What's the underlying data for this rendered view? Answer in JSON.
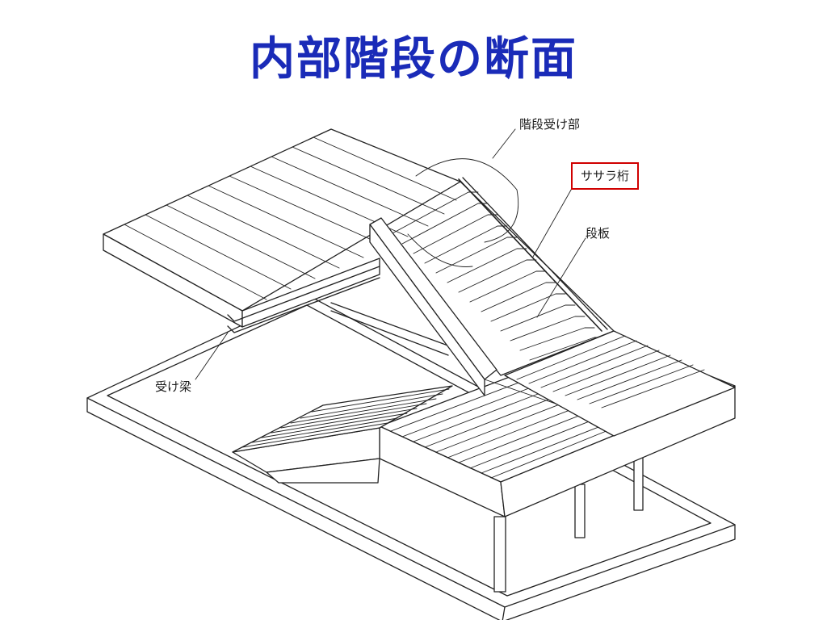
{
  "slide": {
    "title": "内部階段の断面",
    "title_color": "#1a2bb8"
  },
  "diagram": {
    "labels": {
      "stair_support": "階段受け部",
      "stringer": "ササラ桁",
      "tread": "段板",
      "support_beam": "受け梁"
    },
    "highlight_color": "#d00000",
    "line_color": "#222222"
  }
}
